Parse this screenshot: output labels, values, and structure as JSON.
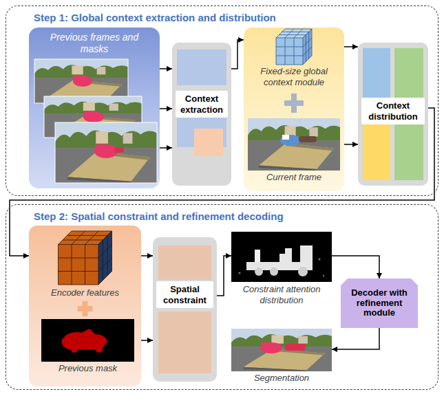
{
  "diagram": {
    "nodes": [
      {
        "text": [
          "Step 1: Global context extraction and distribution"
        ]
      },
      {
        "text": [
          "Previous frames and masks"
        ],
        "in": 0
      },
      {
        "text": [
          "Context extraction"
        ],
        "in": 0
      },
      {
        "text": [
          "Fixed-size global context module"
        ],
        "in": 0
      },
      {
        "text": [
          "Current frame"
        ],
        "in": 3
      },
      {
        "text": [
          "Context distribution"
        ],
        "in": 0
      },
      {
        "text": [
          "Step 2: Spatial constraint and refinement decoding"
        ]
      },
      {
        "text": [
          "Encoder features"
        ],
        "in": 6
      },
      {
        "text": [
          "Previous mask"
        ],
        "in": 7
      },
      {
        "text": [
          "Spatial constraint"
        ],
        "in": 6
      },
      {
        "text": [
          "Constraint attention distribution"
        ],
        "in": 6
      },
      {
        "text": [
          "Decoder with refinement module"
        ],
        "in": 6
      },
      {
        "text": [
          "Segmentation"
        ],
        "in": 6
      }
    ],
    "edges": [
      {
        "from": 1,
        "to": 2,
        "arrow": "to"
      },
      {
        "from": 1,
        "to": 2,
        "arrow": "to"
      },
      {
        "from": 1,
        "to": 2,
        "arrow": "to"
      },
      {
        "from": 2,
        "to": 3,
        "arrow": "to"
      },
      {
        "from": 3,
        "to": 5,
        "arrow": "to"
      },
      {
        "from": 4,
        "to": 5,
        "arrow": "to"
      },
      {
        "from": 5,
        "to": 7,
        "arrow": "to"
      },
      {
        "from": 7,
        "to": 9,
        "arrow": "to"
      },
      {
        "from": 8,
        "to": 9,
        "arrow": "to"
      },
      {
        "from": 9,
        "to": 10,
        "arrow": "to"
      },
      {
        "from": 10,
        "to": 11,
        "arrow": "to"
      },
      {
        "from": 11,
        "to": 12,
        "arrow": "to"
      }
    ]
  }
}
